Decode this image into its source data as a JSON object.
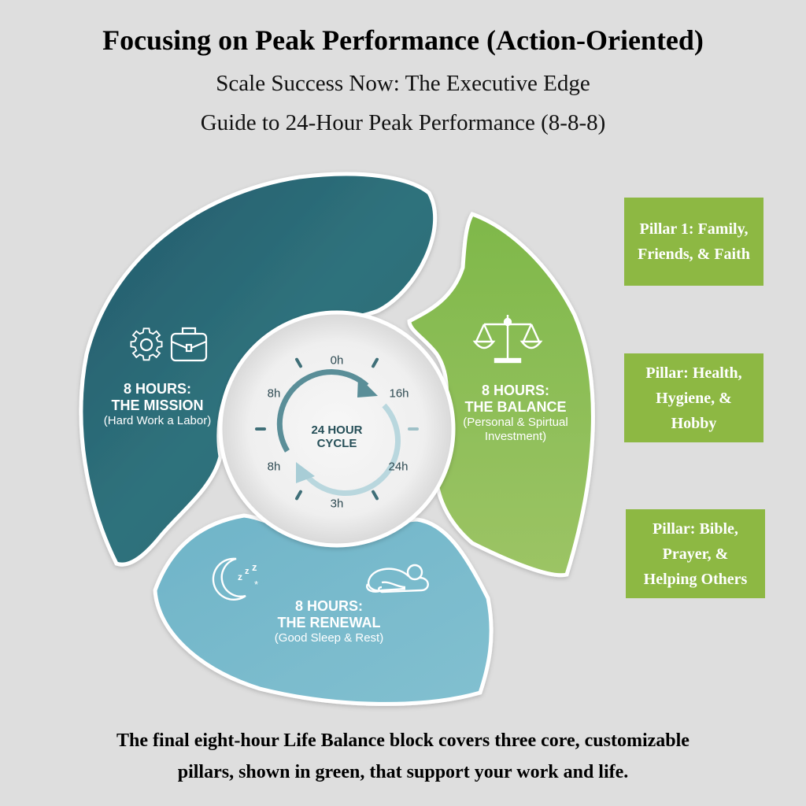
{
  "header": {
    "title": "Focusing on Peak Performance (Action-Oriented)",
    "subtitle_line1": "Scale Success Now: The Executive Edge",
    "subtitle_line2": "Guide to 24-Hour Peak Performance (8-8-8)"
  },
  "segments": {
    "mission": {
      "heading1": "8 HOURS:",
      "heading2": "THE MISSION",
      "description": "(Hard Work a Labor)",
      "icons": [
        "gear-icon",
        "briefcase-icon"
      ],
      "color": "#2b6c78"
    },
    "balance": {
      "heading1": "8 HOURS:",
      "heading2": "THE BALANCE",
      "description_line1": "(Personal & Spirtual",
      "description_line2": "Investment)",
      "icons": [
        "scales-icon"
      ],
      "color": "#8bbb50"
    },
    "renewal": {
      "heading1": "8 HOURS:",
      "heading2": "THE RENEWAL",
      "description": "(Good Sleep & Rest)",
      "icons": [
        "moon-sleep-icon",
        "sleeping-person-icon"
      ],
      "color": "#75b9cc"
    }
  },
  "clock": {
    "center_line1": "24 HOUR",
    "center_line2": "CYCLE",
    "labels": {
      "top": "0h",
      "upper_right": "16h",
      "lower_right": "24h",
      "bottom": "3h",
      "lower_left": "8h",
      "upper_left": "8h"
    }
  },
  "pillars": [
    {
      "lines": [
        "Pillar 1: Family,",
        "Friends, & Faith"
      ]
    },
    {
      "lines": [
        "Pillar: Health,",
        "Hygiene, &",
        "Hobby"
      ]
    },
    {
      "lines": [
        "Pillar: Bible,",
        "Prayer, &",
        "Helping Others"
      ]
    }
  ],
  "footer": {
    "line1": "The final eight-hour Life Balance block covers three core, customizable",
    "line2": "pillars, shown in green, that support your work and life."
  }
}
